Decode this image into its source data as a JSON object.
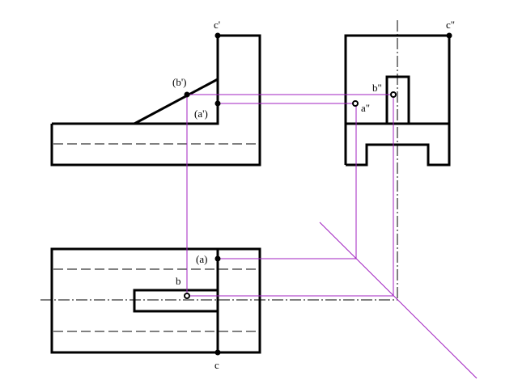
{
  "labels": {
    "c_front": "c'",
    "b_front": "(b')",
    "a_front": "(a')",
    "c_side": "c\"",
    "b_side": "b\"",
    "a_side": "a\"",
    "a_top": "(a)",
    "b_top": "b",
    "c_top": "c"
  },
  "colors": {
    "outline": "#000000",
    "projection": "#a020c0"
  }
}
